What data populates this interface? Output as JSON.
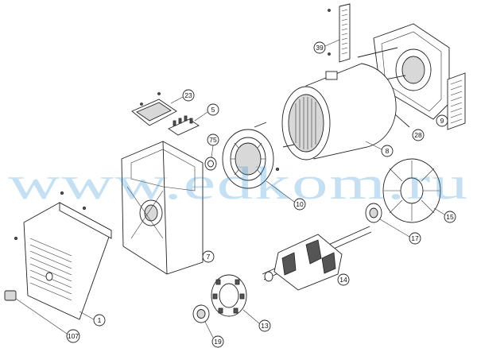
{
  "watermark": "www.edkom.ru",
  "parts": [
    {
      "id": "p39",
      "label": "39"
    },
    {
      "id": "p9",
      "label": "9"
    },
    {
      "id": "p28",
      "label": "28"
    },
    {
      "id": "p23",
      "label": "23"
    },
    {
      "id": "p5",
      "label": "5"
    },
    {
      "id": "p75",
      "label": "75"
    },
    {
      "id": "p8",
      "label": "8"
    },
    {
      "id": "p10",
      "label": "10"
    },
    {
      "id": "p15",
      "label": "15"
    },
    {
      "id": "p17",
      "label": "17"
    },
    {
      "id": "p7",
      "label": "7"
    },
    {
      "id": "p14",
      "label": "14"
    },
    {
      "id": "p1",
      "label": "1"
    },
    {
      "id": "p107",
      "label": "107"
    },
    {
      "id": "p13",
      "label": "13"
    },
    {
      "id": "p19",
      "label": "19"
    }
  ]
}
